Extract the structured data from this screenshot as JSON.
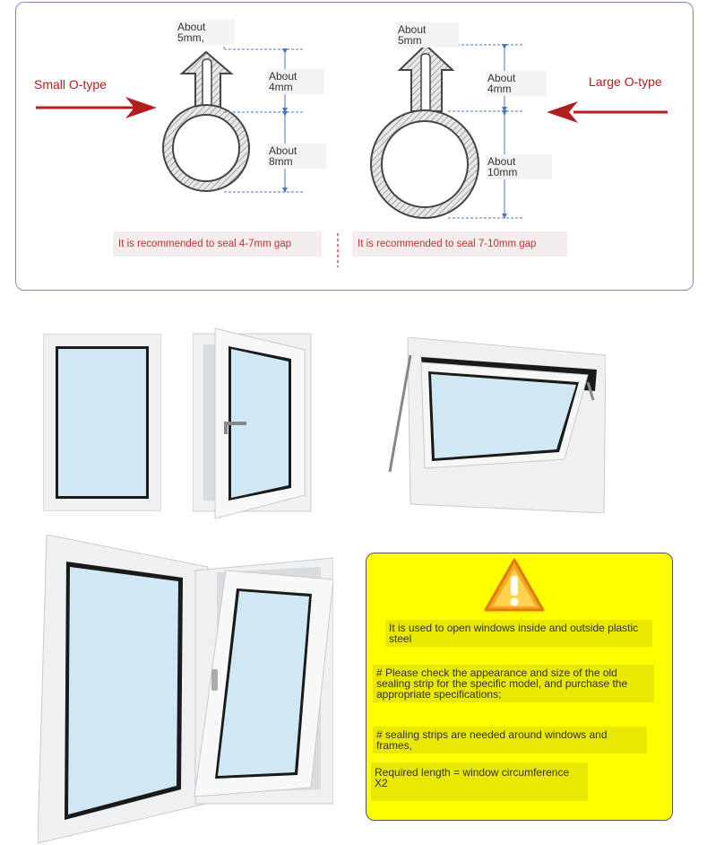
{
  "diagram": {
    "small": {
      "type_label": "Small O-type",
      "top_dim": "About\n5mm,",
      "stem_dim": "About\n4mm",
      "ring_dim": "About\n8mm",
      "recommendation": "It is recommended to seal 4-7mm gap"
    },
    "large": {
      "type_label": "Large O-type",
      "top_dim": "About\n5mm",
      "stem_dim": "About\n4mm",
      "ring_dim": "About\n10mm",
      "recommendation": "It is recommended to seal 7-10mm gap"
    },
    "arrow_color": "#b01e1e"
  },
  "note": {
    "background": "#ffff00",
    "warning_icon": "warning-triangle-icon",
    "line1": "It is used to open windows inside and outside plastic\nsteel",
    "line2": "# Please check the appearance and size of the old\nsealing strip for the specific model, and purchase the\nappropriate specifications;",
    "line3": "# sealing strips are needed around windows and\nframes,",
    "line4": "Required length = window circumference X2"
  }
}
